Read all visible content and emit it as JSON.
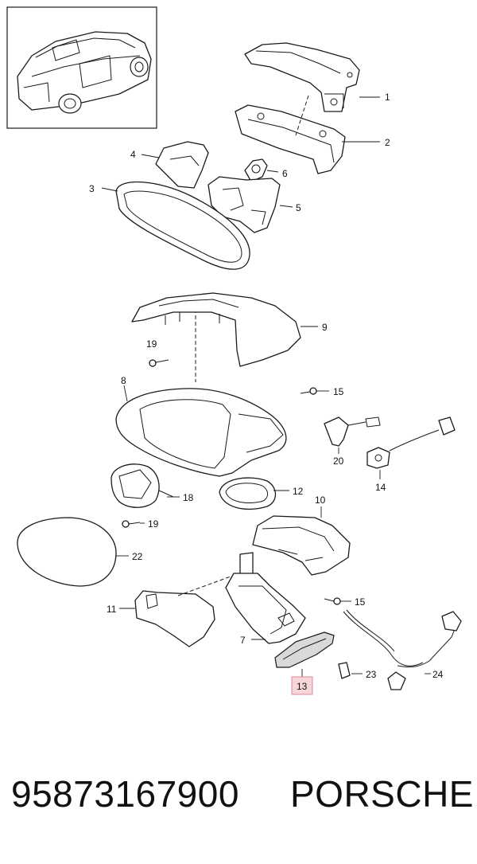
{
  "footer": {
    "part_number": "95873167900",
    "brand": "PORSCHE"
  },
  "callouts": {
    "c1": "1",
    "c2": "2",
    "c3": "3",
    "c4": "4",
    "c5": "5",
    "c6": "6",
    "c7": "7",
    "c8": "8",
    "c9": "9",
    "c10": "10",
    "c11": "11",
    "c12": "12",
    "c13": "13",
    "c14": "14",
    "c15a": "15",
    "c15b": "15",
    "c18": "18",
    "c19a": "19",
    "c19b": "19",
    "c20": "20",
    "c22": "22",
    "c23": "23",
    "c24": "24"
  },
  "highlight": {
    "callout": "13",
    "fill": "#f7d6d9",
    "stroke": "#d98a92"
  }
}
